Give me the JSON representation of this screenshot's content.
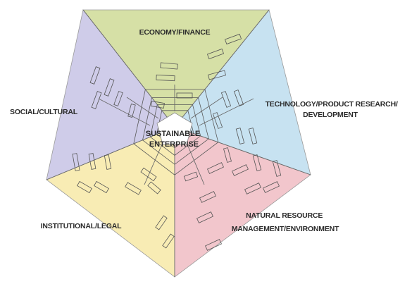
{
  "diagram": {
    "center": {
      "line1": "SUSTAINABLE",
      "line2": "ENTERPRISE"
    },
    "sectors": [
      {
        "id": "economy",
        "label_lines": [
          "ECONOMY/FINANCE"
        ],
        "color": "#d6e0a6"
      },
      {
        "id": "technology",
        "label_lines": [
          "TECHNOLOGY/PRODUCT RESEARCH/",
          "DEVELOPMENT"
        ],
        "color": "#c7e2f1"
      },
      {
        "id": "natural",
        "label_lines": [
          "NATURAL RESOURCE",
          "MANAGEMENT/ENVIRONMENT"
        ],
        "color": "#f2c6cc"
      },
      {
        "id": "institutional",
        "label_lines": [
          "INSTITUTIONAL/LEGAL"
        ],
        "color": "#f8ecb4"
      },
      {
        "id": "social",
        "label_lines": [
          "SOCIAL/CULTURAL"
        ],
        "color": "#cfcce9"
      }
    ]
  }
}
